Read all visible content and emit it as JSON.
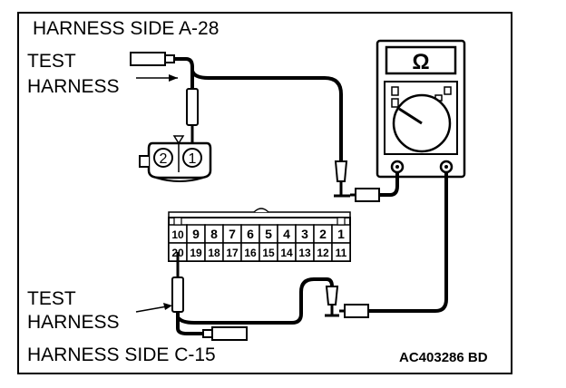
{
  "labels": {
    "harness_side_top": "HARNESS SIDE A-28",
    "test_top": "TEST",
    "harness_top": "HARNESS",
    "test_bottom": "TEST",
    "harness_bottom": "HARNESS",
    "harness_side_bottom": "HARNESS SIDE C-15",
    "figure_code": "AC403286 BD"
  },
  "meter": {
    "symbol": "Ω"
  },
  "connector_a28": {
    "pins": [
      "2",
      "1"
    ]
  },
  "connector_c15": {
    "top_row": [
      "10",
      "9",
      "8",
      "7",
      "6",
      "5",
      "4",
      "3",
      "2",
      "1"
    ],
    "bottom_row": [
      "20",
      "19",
      "18",
      "17",
      "16",
      "15",
      "14",
      "13",
      "12",
      "11"
    ]
  }
}
